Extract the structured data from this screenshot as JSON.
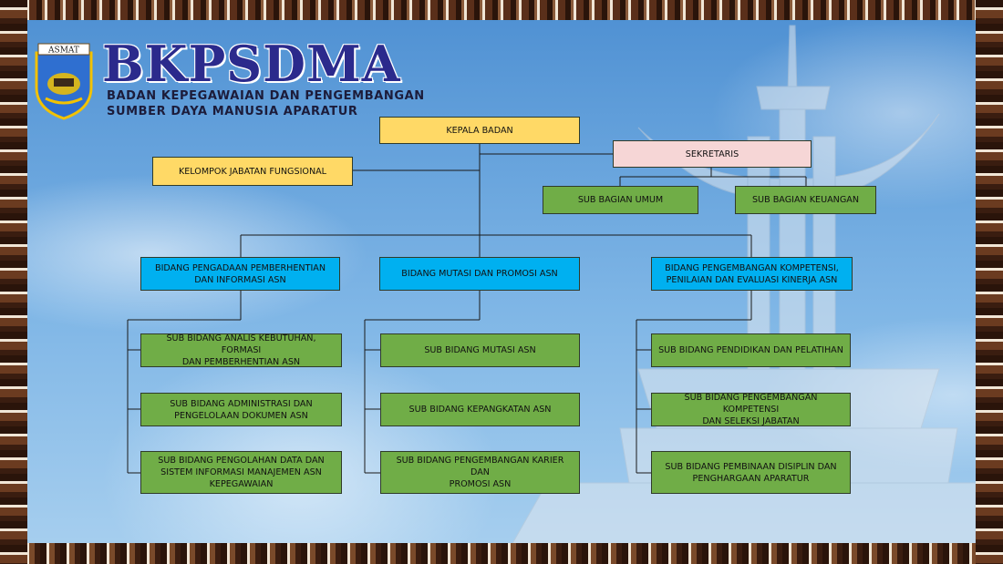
{
  "header": {
    "logo_text": "ASMAT",
    "title": "BKPSDMA",
    "subtitle_line1": "BADAN KEPEGAWAIAN DAN PENGEMBANGAN",
    "subtitle_line2": "SUMBER DAYA MANUSIA APARATUR"
  },
  "org": {
    "kepala": "KEPALA BADAN",
    "sekretaris": "SEKRETARIS",
    "kelompok": "KELOMPOK JABATAN FUNGSIONAL",
    "sub_umum": "SUB BAGIAN UMUM",
    "sub_keuangan": "SUB BAGIAN KEUANGAN",
    "bidang1": {
      "line1": "BIDANG PENGADAAN PEMBERHENTIAN",
      "line2": "DAN INFORMASI ASN",
      "subs": [
        {
          "line1": "SUB BIDANG ANALIS KEBUTUHAN, FORMASI",
          "line2": "DAN PEMBERHENTIAN ASN",
          "line3": ""
        },
        {
          "line1": "SUB BIDANG ADMINISTRASI DAN",
          "line2": "PENGELOLAAN DOKUMEN ASN",
          "line3": ""
        },
        {
          "line1": "SUB BIDANG PENGOLAHAN DATA DAN",
          "line2": "SISTEM INFORMASI MANAJEMEN ASN",
          "line3": "KEPEGAWAIAN"
        }
      ]
    },
    "bidang2": {
      "line1": "BIDANG MUTASI DAN PROMOSI ASN",
      "line2": "",
      "subs": [
        {
          "line1": "SUB BIDANG MUTASI ASN",
          "line2": "",
          "line3": ""
        },
        {
          "line1": "SUB BIDANG KEPANGKATAN ASN",
          "line2": "",
          "line3": ""
        },
        {
          "line1": "SUB BIDANG PENGEMBANGAN KARIER DAN",
          "line2": "PROMOSI ASN",
          "line3": ""
        }
      ]
    },
    "bidang3": {
      "line1": "BIDANG PENGEMBANGAN KOMPETENSI,",
      "line2": "PENILAIAN DAN EVALUASI KINERJA ASN",
      "subs": [
        {
          "line1": "SUB BIDANG PENDIDIKAN DAN PELATIHAN",
          "line2": "",
          "line3": ""
        },
        {
          "line1": "SUB BIDANG PENGEMBANGAN KOMPETENSI",
          "line2": "DAN SELEKSI JABATAN",
          "line3": ""
        },
        {
          "line1": "SUB BIDANG PEMBINAAN DISIPLIN DAN",
          "line2": "PENGHARGAAN APARATUR",
          "line3": ""
        }
      ]
    }
  },
  "colors": {
    "yellow": "#ffd966",
    "pink": "#f6d6d6",
    "green": "#70ad47",
    "blue": "#00b0f0",
    "title_navy": "#2b2a8c",
    "frame_wood": "#3a1d10"
  }
}
